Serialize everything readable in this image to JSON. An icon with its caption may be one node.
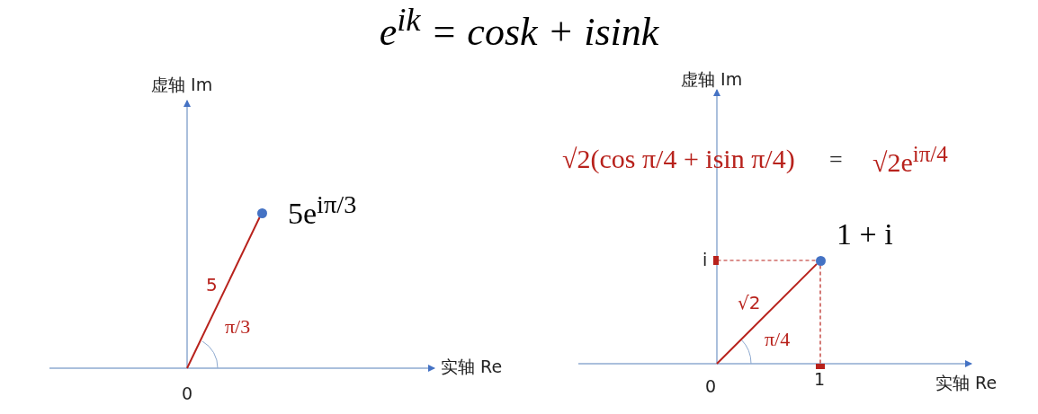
{
  "diagram": {
    "title": "e$^{ik}$ = cosk + isink",
    "nodes": [
      {
        "text": [],
        "shape": "circle",
        "beside": [
          "5e$^{iπ/3}$"
        ]
      },
      {
        "text": [],
        "shape": "circle",
        "beside": [
          "1 + i"
        ]
      },
      {
        "text": [
          "i"
        ]
      },
      {
        "text": [
          "1"
        ]
      }
    ],
    "edges": [
      {
        "from": null,
        "to": 0,
        "arrow": "none",
        "label": "5"
      },
      {
        "from": null,
        "to": 1,
        "arrow": "none",
        "label": "√2"
      },
      {
        "from": 1,
        "to": 2,
        "arrow": "other",
        "style": "dashed"
      },
      {
        "from": 1,
        "to": 3,
        "arrow": "other",
        "style": "dashed"
      }
    ],
    "labels": [
      "虚轴 Im",
      "π/3",
      "0",
      "实轴 Re",
      "虚轴 Im",
      "√2(cos π/4 + isin π/4)",
      "=",
      "√2e$^{iπ/4}$",
      "π/4",
      "0",
      "实轴 Re"
    ]
  }
}
